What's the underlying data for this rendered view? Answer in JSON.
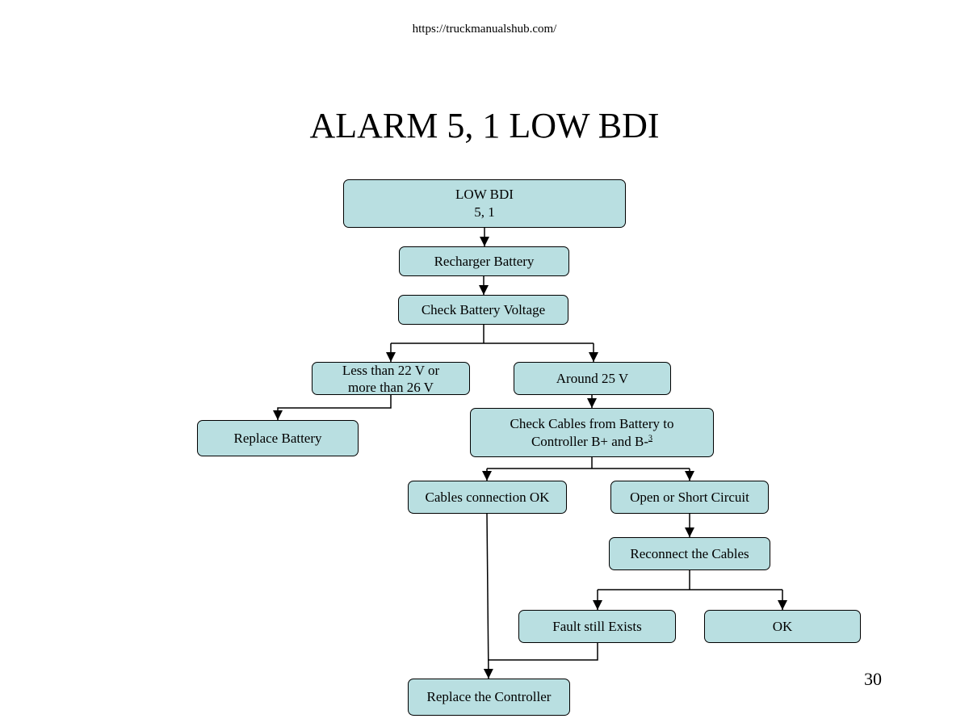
{
  "header": {
    "url": "https://truckmanualshub.com/"
  },
  "title": "ALARM 5, 1 LOW BDI",
  "page_number": "30",
  "nodes": {
    "low_bdi": {
      "line1": "LOW BDI",
      "line2": "5, 1"
    },
    "recharger_battery": {
      "label": "Recharger Battery"
    },
    "check_battery_voltage": {
      "label": "Check Battery Voltage"
    },
    "less_than_22v": {
      "line1": "Less than 22 V or",
      "line2": "more than 26 V"
    },
    "around_25v": {
      "label": "Around 25 V"
    },
    "replace_battery": {
      "label": "Replace Battery"
    },
    "check_cables": {
      "line1": "Check Cables from Battery to",
      "line2": "Controller B+ and B-",
      "footnote": "3"
    },
    "cables_connection_ok": {
      "label": "Cables connection OK"
    },
    "open_or_short": {
      "label": "Open or Short Circuit"
    },
    "reconnect_cables": {
      "label": "Reconnect the Cables"
    },
    "fault_still_exists": {
      "label": "Fault still Exists"
    },
    "ok": {
      "label": "OK"
    },
    "replace_controller": {
      "label": "Replace the Controller"
    }
  }
}
